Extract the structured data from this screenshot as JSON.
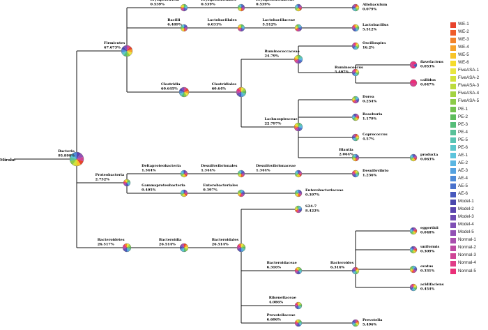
{
  "root_label": "Mirobe",
  "nodes": {
    "bacteria": {
      "name": "Bacteria",
      "pct": "95.898%"
    },
    "firmicutes": {
      "name": "Firmicutes",
      "pct": "67.673%"
    },
    "erysipelotrichi": {
      "name": "Erysipelotrichi",
      "pct": "0.539%"
    },
    "erysipelotrichales": {
      "name": "Erysipelotrichales",
      "pct": "0.539%"
    },
    "erysipelotrichaceae": {
      "name": "Erysipelotrichaceae",
      "pct": "0.539%"
    },
    "allobaculum": {
      "name": "Allobaculum",
      "pct": "0.079%"
    },
    "bacilli": {
      "name": "Bacilli",
      "pct": "6.489%"
    },
    "lactobacillales": {
      "name": "Lactobacillales",
      "pct": "6.031%"
    },
    "lactobacillaceae": {
      "name": "Lactobacillaceae",
      "pct": "5.512%"
    },
    "lactobacillus": {
      "name": "Lactobacillus",
      "pct": "5.512%"
    },
    "clostridia": {
      "name": "Clostridia",
      "pct": "60.645%"
    },
    "clostridiales": {
      "name": "Clostridiales",
      "pct": "60.64%"
    },
    "ruminococcaceae": {
      "name": "Ruminococcaceae",
      "pct": "24.79%"
    },
    "oscillospira": {
      "name": "Oscillospira",
      "pct": "16.2%"
    },
    "ruminococcus": {
      "name": "Ruminococcus",
      "pct": "5.497%"
    },
    "flavefaciens": {
      "name": "flavefaciens",
      "pct": "0.053%"
    },
    "callidus": {
      "name": "callidus",
      "pct": "0.047%"
    },
    "lachnospiraceae": {
      "name": "Lachnospiraceae",
      "pct": "22.797%"
    },
    "dorea": {
      "name": "Dorea",
      "pct": "0.254%"
    },
    "roseburia": {
      "name": "Roseburia",
      "pct": "1.179%"
    },
    "coprococcus": {
      "name": "Coprococcus",
      "pct": "4.57%"
    },
    "blautia": {
      "name": "Blautia",
      "pct": "2.064%"
    },
    "producta": {
      "name": "producta",
      "pct": "0.063%"
    },
    "proteobacteria": {
      "name": "Proteobacteria",
      "pct": "2.732%"
    },
    "deltaproteobacteria": {
      "name": "Deltaproteobacteria",
      "pct": "1.344%"
    },
    "desulfovibrionales": {
      "name": "Desulfovibrionales",
      "pct": "1.344%"
    },
    "desulfovibrionaceae": {
      "name": "Desulfovibrionaceae",
      "pct": "1.344%"
    },
    "desulfovibrio": {
      "name": "Desulfovibrio",
      "pct": "1.236%"
    },
    "gammaproteobacteria": {
      "name": "Gammaproteobacteria",
      "pct": "0.405%"
    },
    "enterobacteriales": {
      "name": "Enterobacteriales",
      "pct": "0.397%"
    },
    "enterobacteriaceae": {
      "name": "Enterobacteriaceae",
      "pct": "0.397%"
    },
    "bacteroidetes": {
      "name": "Bacteroidetes",
      "pct": "26.517%"
    },
    "bacteroidia": {
      "name": "Bacteroidia",
      "pct": "26.514%"
    },
    "bacteroidales": {
      "name": "Bacteroidales",
      "pct": "26.514%"
    },
    "s24_7": {
      "name": "S24-7",
      "pct": "8.422%"
    },
    "bacteroidaceae": {
      "name": "Bacteroidaceae",
      "pct": "6.316%"
    },
    "bacteroides": {
      "name": "Bacteroides",
      "pct": "6.316%"
    },
    "eggerthii": {
      "name": "eggerthii",
      "pct": "0.048%"
    },
    "uniformis": {
      "name": "uniformis",
      "pct": "0.309%"
    },
    "ovatus": {
      "name": "ovatus",
      "pct": "0.331%"
    },
    "acidifaciens": {
      "name": "acidifaciens",
      "pct": "0.454%"
    },
    "rikenellaceae": {
      "name": "Rikenellaceae",
      "pct": "4.086%"
    },
    "prevotellaceae": {
      "name": "Prevotellaceae",
      "pct": "6.606%"
    },
    "prevotella": {
      "name": "Prevotella",
      "pct": "5.496%"
    }
  },
  "legend": [
    {
      "label": "WE-1",
      "color": "#e8432d"
    },
    {
      "label": "WE-2",
      "color": "#ef5d2a"
    },
    {
      "label": "WE-3",
      "color": "#f3832a"
    },
    {
      "label": "WE-4",
      "color": "#f7a22b"
    },
    {
      "label": "WE-5",
      "color": "#f8c42a"
    },
    {
      "label": "WE-6",
      "color": "#f5dc2c"
    },
    {
      "label": "FiveASA-1",
      "color": "#e9e640"
    },
    {
      "label": "FiveASA-2",
      "color": "#d3e23a"
    },
    {
      "label": "FiveASA-3",
      "color": "#bcdb3d"
    },
    {
      "label": "FiveASA-4",
      "color": "#a3d341"
    },
    {
      "label": "FiveASA-5",
      "color": "#8ccb47"
    },
    {
      "label": "PE-1",
      "color": "#73c24e"
    },
    {
      "label": "PE-2",
      "color": "#5dbc5b"
    },
    {
      "label": "PE-3",
      "color": "#55bd78"
    },
    {
      "label": "PE-4",
      "color": "#58c199"
    },
    {
      "label": "PE-5",
      "color": "#59c4b3"
    },
    {
      "label": "PE-6",
      "color": "#5cc6cb"
    },
    {
      "label": "AE-1",
      "color": "#5cc4dc"
    },
    {
      "label": "AE-2",
      "color": "#5ab6e2"
    },
    {
      "label": "AE-3",
      "color": "#55a2e0"
    },
    {
      "label": "AE-4",
      "color": "#4f8bd8"
    },
    {
      "label": "AE-5",
      "color": "#4a72cc"
    },
    {
      "label": "AE-6",
      "color": "#4759bd"
    },
    {
      "label": "Model-1",
      "color": "#4a48ad"
    },
    {
      "label": "Model-2",
      "color": "#5a45ae"
    },
    {
      "label": "Model-3",
      "color": "#6c4bb2"
    },
    {
      "label": "Model-4",
      "color": "#7f4fb5"
    },
    {
      "label": "Model-5",
      "color": "#9250b4"
    },
    {
      "label": "Normal-1",
      "color": "#a94fae"
    },
    {
      "label": "Normal-2",
      "color": "#bd4aa3"
    },
    {
      "label": "Normal-3",
      "color": "#cf4596"
    },
    {
      "label": "Normal-4",
      "color": "#e03d87"
    },
    {
      "label": "Normal-5",
      "color": "#ea2f78"
    }
  ]
}
